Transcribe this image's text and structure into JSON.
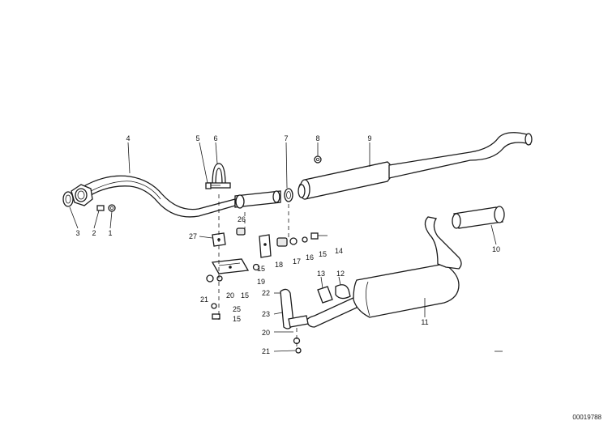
{
  "callouts": [
    {
      "id": "c1",
      "text": "1"
    },
    {
      "id": "c2",
      "text": "2"
    },
    {
      "id": "c3",
      "text": "3"
    },
    {
      "id": "c4",
      "text": "4"
    },
    {
      "id": "c5",
      "text": "5"
    },
    {
      "id": "c6",
      "text": "6"
    },
    {
      "id": "c7",
      "text": "7"
    },
    {
      "id": "c8",
      "text": "8"
    },
    {
      "id": "c9",
      "text": "9"
    },
    {
      "id": "c10",
      "text": "10"
    },
    {
      "id": "c11",
      "text": "11"
    },
    {
      "id": "c12",
      "text": "12"
    },
    {
      "id": "c13",
      "text": "13"
    },
    {
      "id": "c14",
      "text": "14"
    },
    {
      "id": "c15a",
      "text": "15"
    },
    {
      "id": "c15b",
      "text": "15"
    },
    {
      "id": "c15c",
      "text": "15"
    },
    {
      "id": "c15d",
      "text": "15"
    },
    {
      "id": "c16",
      "text": "16"
    },
    {
      "id": "c17",
      "text": "17"
    },
    {
      "id": "c18",
      "text": "18"
    },
    {
      "id": "c19",
      "text": "19"
    },
    {
      "id": "c20a",
      "text": "20"
    },
    {
      "id": "c20b",
      "text": "20"
    },
    {
      "id": "c21a",
      "text": "21"
    },
    {
      "id": "c21b",
      "text": "21"
    },
    {
      "id": "c22",
      "text": "22"
    },
    {
      "id": "c23",
      "text": "23"
    },
    {
      "id": "c25",
      "text": "25"
    },
    {
      "id": "c26",
      "text": "26"
    },
    {
      "id": "c27",
      "text": "27"
    }
  ],
  "reference_number": "00019788",
  "colors": {
    "line": "#1a1a1a",
    "background": "#ffffff",
    "shade": "#e9e9e9"
  }
}
